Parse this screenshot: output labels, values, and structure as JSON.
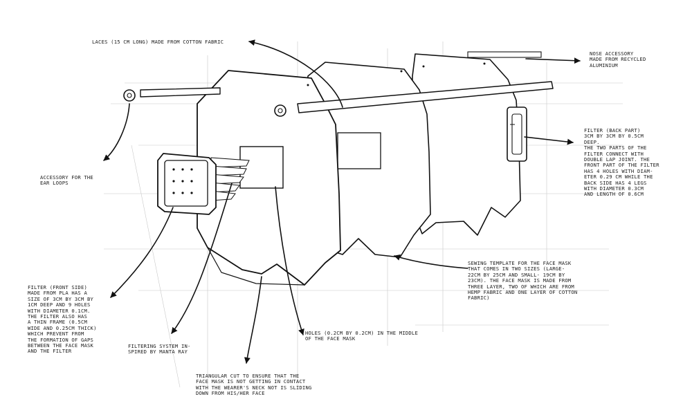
{
  "annotations": {
    "laces": "LACES (15 CM LONG) MADE FROM COTTON FABRIC",
    "nose": "NOSE ACCESSORY\nMADE FROM RECYCLED\nALUMINIUM",
    "ear": "ACCESSORY FOR THE\nEAR LOOPS",
    "filter_back": "FILTER (BACK PART)\n3CM BY 3CM BY 0.5CM\nDEEP.\nTHE TWO PARTS OF THE\nFILTER CONNECT WITH\nDOUBLE LAP JOINT. THE\nFRONT PART OF THE FILTER\nHAS 4 HOLES WITH DIAM-\nETER 0.29 CM WHILE THE\nBACK SIDE HAS 4 LEGS\nWITH DIAMETER 0.3CM\nAND LENGTH OF 0.6CM",
    "template": "SEWING TEMPLATE FOR THE FACE MASK\nTHAT COMES IN TWO SIZES (LARGE-\n22CM BY 25CM AND SMALL- 19CM BY\n23CM). THE FACE MASK IS MADE FROM\nTHREE LAYER, TWO OF WHICH ARE FROM\nHEMP FABRIC AND ONE LAYER OF COTTON\nFABRIC)",
    "filter_front": "FILTER (FRONT SIDE)\nMADE FROM PLA HAS A\nSIZE OF 3CM BY 3CM BY\n1CM DEEP AND 9 HOLES\nWITH DIAMETER 0.1CM.\nTHE FILTER ALSO HAS\nA THIN FRAME (0.5CM\nWIDE AND 0.25CM THICK)\nWHICH PREVENT FROM\nTHE FORMATION OF GAPS\nBETWEEN THE FACE MASK\nAND THE FILTER",
    "filtering": "FILTERING SYSTEM IN-\nSPIRED BY MANTA RAY",
    "holes": "HOLES (0.2CM BY 0.2CM) IN THE MIDDLE\nOF THE FACE MASK",
    "triangular": "TRIANGULAR CUT TO ENSURE THAT THE\nFACE MASK IS NOT GETTING IN CONTACT\nWITH THE WEARER'S NECK NOT IS SLIDING\nDOWN FROM HIS/HER FACE"
  },
  "parts": {
    "front_panel": "front-mask-panel",
    "middle_panel": "middle-mask-panel",
    "back_panel": "back-mask-panel",
    "lace_bar": "lace-bar",
    "nose_strip": "nose-accessory-strip",
    "front_filter": "front-filter",
    "back_filter": "back-filter",
    "ear_washer": "ear-loop-washer"
  },
  "colors": {
    "ink": "#111111",
    "fill": "#ffffff",
    "guide": "#c8c8c8"
  }
}
